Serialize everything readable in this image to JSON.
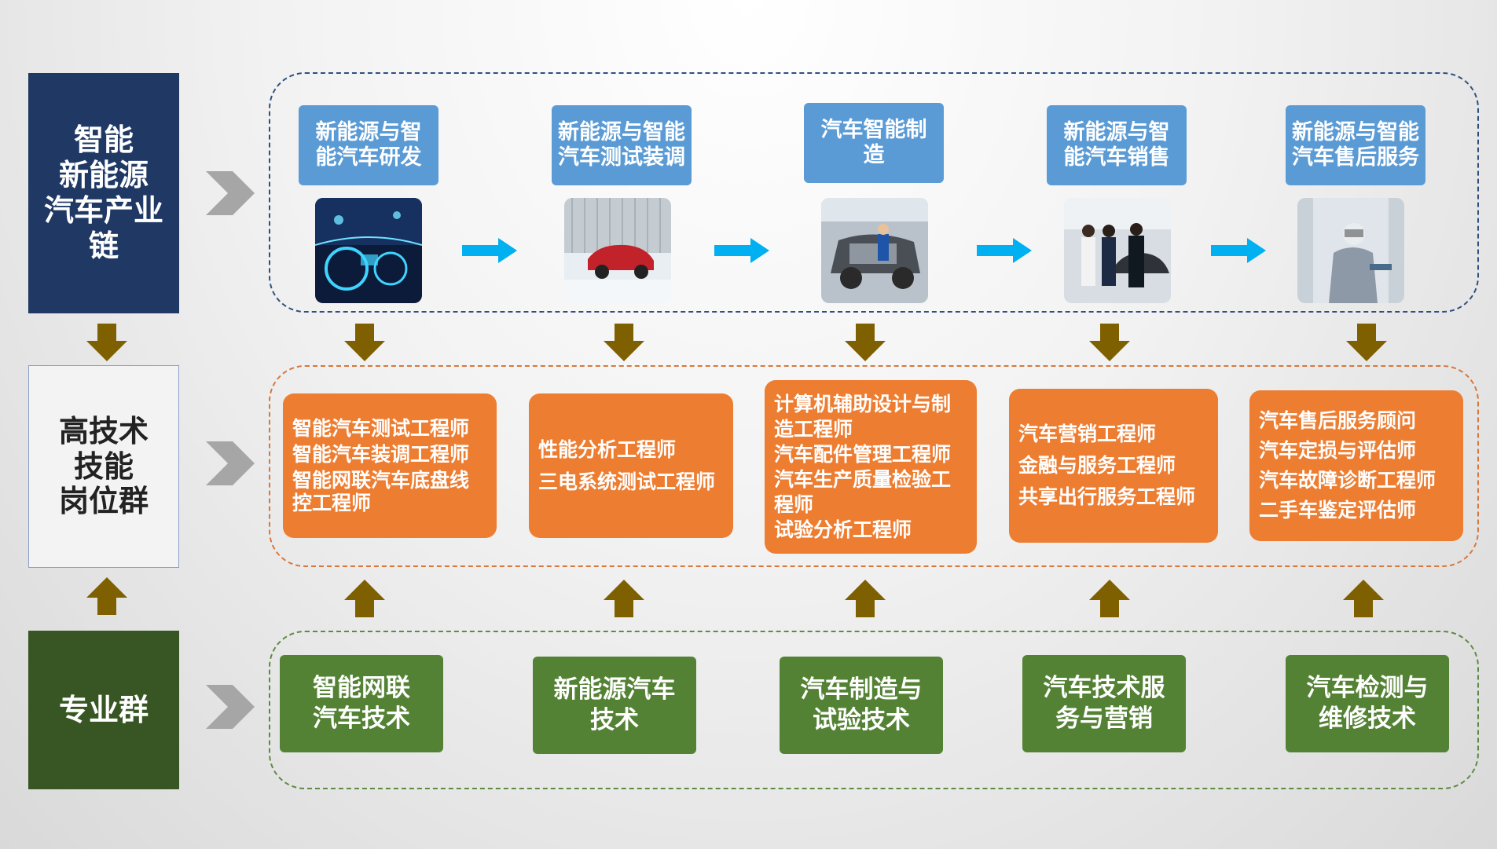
{
  "left_categories": [
    {
      "label": "智能\n新能源\n汽车产业\n链"
    },
    {
      "label": "高技术\n技能\n岗位群"
    },
    {
      "label": "专业群"
    }
  ],
  "industry_chain": [
    {
      "title": "新能源与智\n能汽车研发",
      "image": "smart car dashboard photo"
    },
    {
      "title": "新能源与智能\n汽车测试装调",
      "image": "car test chamber photo"
    },
    {
      "title": "汽车智能制\n造",
      "image": "car manufacturing photo"
    },
    {
      "title": "新能源与智\n能汽车销售",
      "image": "car showroom sales photo"
    },
    {
      "title": "新能源与智能\n汽车售后服务",
      "image": "car after-sales service photo"
    }
  ],
  "job_groups": [
    {
      "lines": [
        "智能汽车测试工程师",
        "智能汽车装调工程师",
        "智能网联汽车底盘线",
        "控工程师"
      ]
    },
    {
      "lines": [
        "性能分析工程师",
        "三电系统测试工程师"
      ]
    },
    {
      "lines": [
        "计算机辅助设计与制",
        "造工程师",
        "汽车配件管理工程师",
        "汽车生产质量检验工",
        "程师",
        "试验分析工程师"
      ]
    },
    {
      "lines": [
        "汽车营销工程师",
        "金融与服务工程师",
        "共享出行服务工程师"
      ]
    },
    {
      "lines": [
        "汽车售后服务顾问",
        "汽车定损与评估师",
        "汽车故障诊断工程师",
        "二手车鉴定评估师"
      ]
    }
  ],
  "majors": [
    {
      "label": "智能网联\n汽车技术"
    },
    {
      "label": "新能源汽车\n技术"
    },
    {
      "label": "汽车制造与\n试验技术"
    },
    {
      "label": "汽车技术服\n务与营销"
    },
    {
      "label": "汽车检测与\n维修技术"
    }
  ],
  "colors": {
    "navy": "#1f3864",
    "blue": "#5b9bd5",
    "orange": "#ed7d31",
    "green": "#548235",
    "dark_green": "#375623",
    "arrow_brown": "#7f6000",
    "arrow_cyan": "#00b0f0"
  }
}
